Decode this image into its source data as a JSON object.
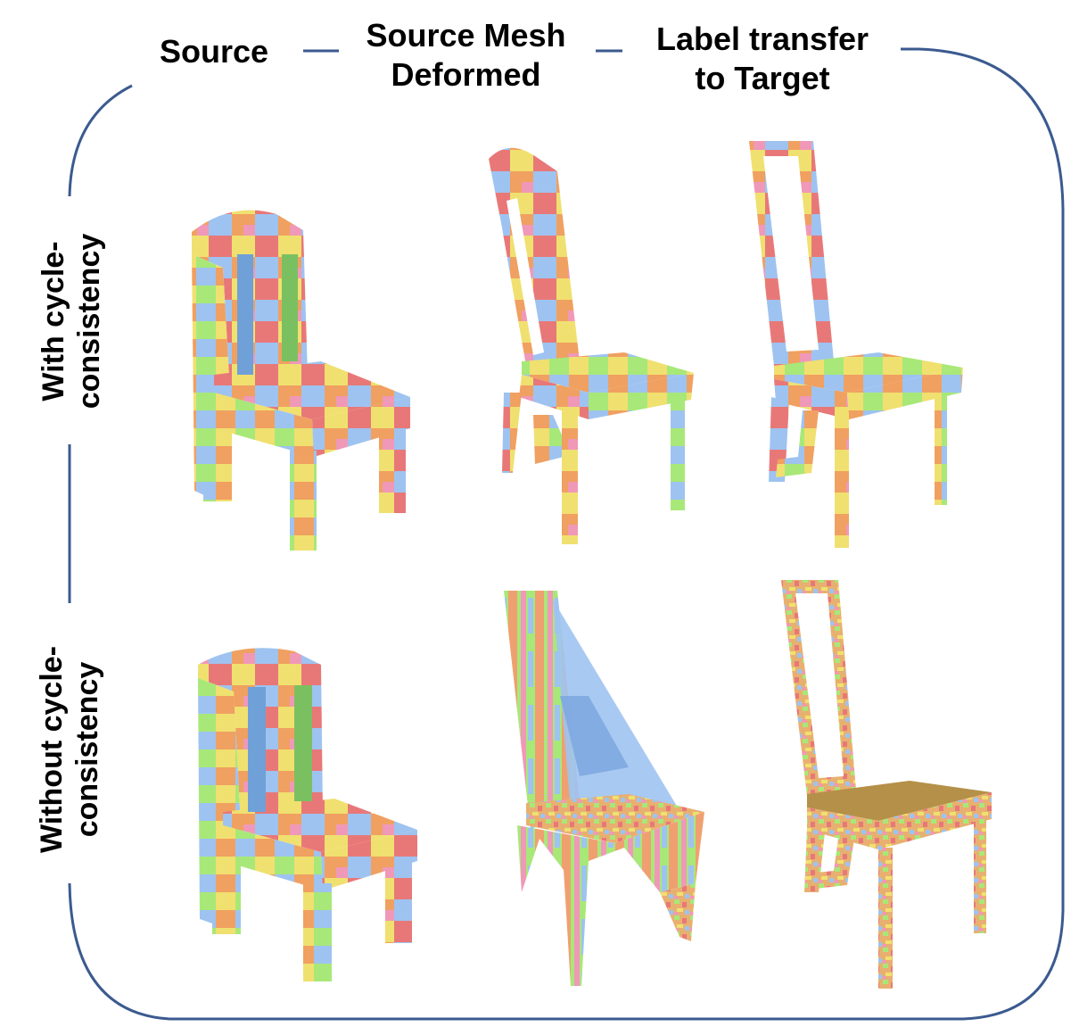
{
  "columns": [
    {
      "line1": "Source",
      "line2": ""
    },
    {
      "line1": "Source Mesh",
      "line2": "Deformed"
    },
    {
      "line1": "Label transfer",
      "line2": "to Target"
    }
  ],
  "rows": [
    {
      "line1": "With cycle-",
      "line2": "consistency"
    },
    {
      "line1": "Without cycle-",
      "line2": "consistency"
    }
  ],
  "colors": {
    "frame": "#3b5a8f",
    "patches": [
      "#f0a060",
      "#e87878",
      "#9ec3f0",
      "#a8e878",
      "#f0e070",
      "#f098b8",
      "#e8906a"
    ]
  }
}
